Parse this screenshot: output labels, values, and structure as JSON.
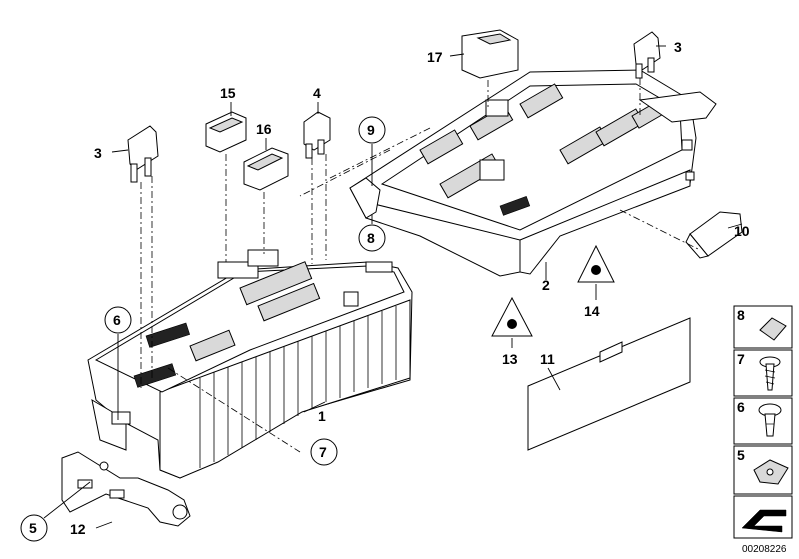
{
  "callouts": {
    "n1": "1",
    "n2": "2",
    "n3a": "3",
    "n3b": "3",
    "n4": "4",
    "n5": "5",
    "n6": "6",
    "n7": "7",
    "n8": "8",
    "n9": "9",
    "n10": "10",
    "n11": "11",
    "n12": "12",
    "n13": "13",
    "n14": "14",
    "n15": "15",
    "n16": "16",
    "n17": "17"
  },
  "legend": {
    "t8": "8",
    "t7": "7",
    "t6": "6",
    "t5": "5"
  },
  "catalog_number": "00208226"
}
